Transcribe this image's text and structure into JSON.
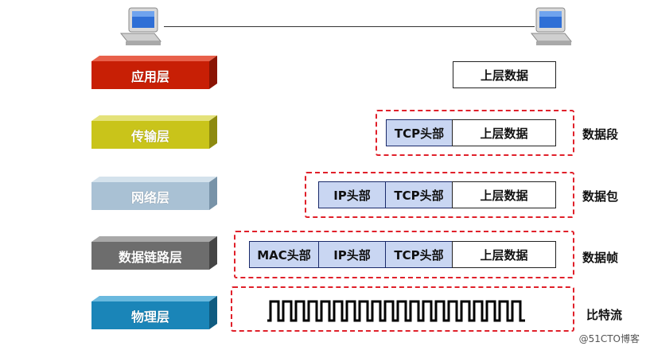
{
  "layers": [
    {
      "label": "应用层",
      "face": "#c81f05",
      "top": "#e8604a",
      "side": "#8a1404"
    },
    {
      "label": "传输层",
      "face": "#c9c41a",
      "top": "#e4e27a",
      "side": "#8d8a10"
    },
    {
      "label": "网络层",
      "face": "#a9c1d4",
      "top": "#d4e2ec",
      "side": "#7893a8"
    },
    {
      "label": "数据链路层",
      "face": "#6d6d6d",
      "top": "#a8a8a8",
      "side": "#454545"
    },
    {
      "label": "物理层",
      "face": "#1a85b8",
      "top": "#6ab9de",
      "side": "#0f5b80"
    }
  ],
  "packets": {
    "upper_data": "上层数据",
    "tcp_header": "TCP头部",
    "ip_header": "IP头部",
    "mac_header": "MAC头部"
  },
  "units": {
    "segment": "数据段",
    "packet": "数据包",
    "frame": "数据帧",
    "bitstream": "比特流"
  },
  "watermark": "@51CTO博客",
  "colors": {
    "dash": "#e0202a",
    "header_fill": "#c9d6f2",
    "border": "#1a2a6a"
  }
}
